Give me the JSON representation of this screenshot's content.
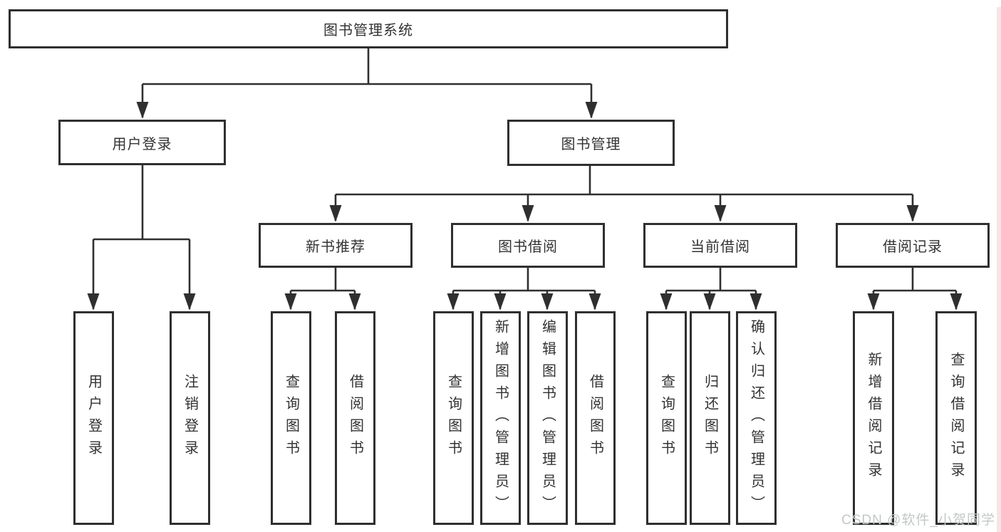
{
  "diagram": {
    "title": "图书管理系统",
    "branches": [
      {
        "label": "用户登录",
        "children": [
          {
            "label": "用户登录"
          },
          {
            "label": "注销登录"
          }
        ]
      },
      {
        "label": "图书管理",
        "children": [
          {
            "label": "新书推荐",
            "children": [
              {
                "label": "查询图书"
              },
              {
                "label": "借阅图书"
              }
            ]
          },
          {
            "label": "图书借阅",
            "children": [
              {
                "label": "查询图书"
              },
              {
                "label": "新增图书（管理员）"
              },
              {
                "label": "编辑图书（管理员）"
              },
              {
                "label": "借阅图书"
              }
            ]
          },
          {
            "label": "当前借阅",
            "children": [
              {
                "label": "查询图书"
              },
              {
                "label": "归还图书"
              },
              {
                "label": "确认归还（管理员）"
              }
            ]
          },
          {
            "label": "借阅记录",
            "children": [
              {
                "label": "新增借阅记录"
              },
              {
                "label": "查询借阅记录"
              }
            ]
          }
        ]
      }
    ]
  },
  "watermark": {
    "text": "CSDN @软件_小贺同学"
  },
  "colors": {
    "line": "#2f2f2f",
    "box_border": "#2f2f2f",
    "text": "#333333",
    "watermark": "#c3c7c8",
    "right_edge_strip": "#f8e4e6",
    "background": "#ffffff"
  }
}
